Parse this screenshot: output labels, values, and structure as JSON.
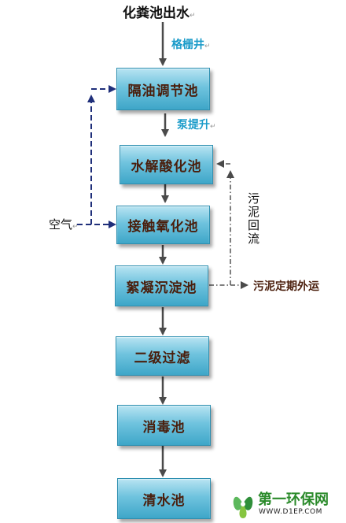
{
  "title": "化粪池出水",
  "steps": [
    {
      "id": "grease-trap",
      "label": "隔油调节池"
    },
    {
      "id": "hydrolysis",
      "label": "水解酸化池"
    },
    {
      "id": "contact-oxidation",
      "label": "接触氧化池"
    },
    {
      "id": "flocculation",
      "label": "絮凝沉淀池"
    },
    {
      "id": "filtration",
      "label": "二级过滤"
    },
    {
      "id": "disinfection",
      "label": "消毒池"
    },
    {
      "id": "clear-water",
      "label": "清水池"
    }
  ],
  "connectors": {
    "grille_well": "格栅井",
    "pump_lift": "泵提升",
    "air": "空气",
    "sludge_return": "污泥回流",
    "sludge_export": "污泥定期外运"
  },
  "marks": {
    "paragraph": "↵"
  },
  "logo": {
    "name": "第一环保网",
    "url": "WWW.D1EP.COM"
  },
  "colors": {
    "box_top": "#b8e4f2",
    "box_bottom": "#3ea6c8",
    "box_text": "#4a1e0c",
    "step_label": "#1a9bc9",
    "air_line": "#1f2f7a"
  }
}
